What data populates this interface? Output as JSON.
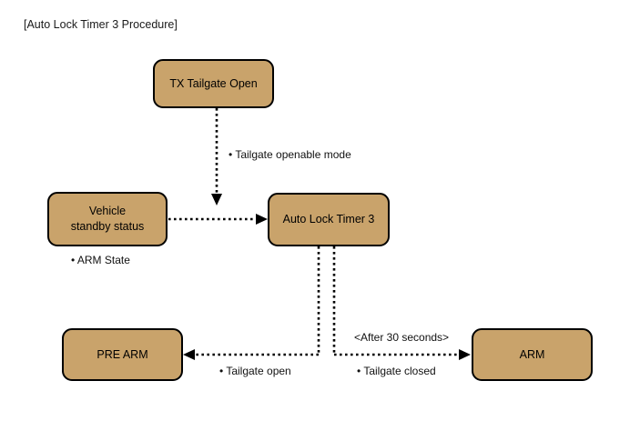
{
  "diagram": {
    "title": "[Auto Lock Timer 3 Procedure]",
    "type": "state-transition-flow",
    "palette": {
      "node_fill": "#c9a36b",
      "node_border": "#000000",
      "edge": "#000000",
      "background": "#ffffff",
      "text": "#000000"
    },
    "nodes": [
      {
        "id": "tx_tailgate_open",
        "label": "TX Tailgate Open"
      },
      {
        "id": "vehicle_standby_status",
        "label": "Vehicle\nstandby status"
      },
      {
        "id": "auto_lock_timer_3",
        "label": "Auto Lock Timer 3"
      },
      {
        "id": "pre_arm",
        "label": "PRE ARM"
      },
      {
        "id": "arm",
        "label": "ARM"
      }
    ],
    "annotations": [
      {
        "id": "tailgate_openable_mode",
        "text": "• Tailgate openable mode"
      },
      {
        "id": "arm_state",
        "text": "• ARM State"
      },
      {
        "id": "tailgate_open",
        "text": "• Tailgate open"
      },
      {
        "id": "tailgate_closed",
        "text": "• Tailgate closed"
      },
      {
        "id": "after_30_seconds",
        "text": "<After 30 seconds>"
      }
    ],
    "edges": [
      {
        "from": "tx_tailgate_open",
        "to": "auto_lock_timer_3",
        "style": "dotted",
        "label": "• Tailgate openable mode"
      },
      {
        "from": "vehicle_standby_status",
        "to": "auto_lock_timer_3",
        "style": "dotted",
        "label": "• ARM State"
      },
      {
        "from": "auto_lock_timer_3",
        "to": "pre_arm",
        "style": "dotted",
        "label": "• Tailgate open"
      },
      {
        "from": "auto_lock_timer_3",
        "to": "arm",
        "style": "dotted",
        "label": "• Tailgate closed / <After 30 seconds>"
      }
    ]
  }
}
